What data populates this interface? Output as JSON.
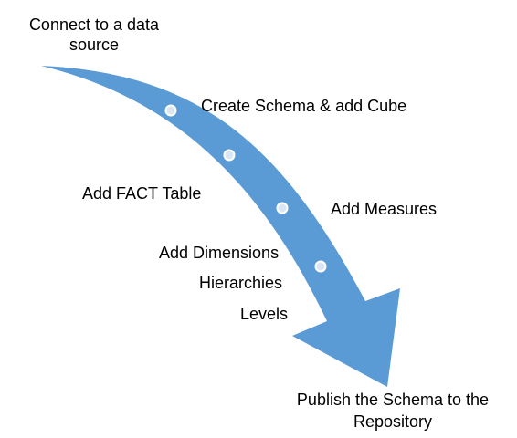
{
  "diagram": {
    "arrow_color": "#5b9bd5",
    "dot_fill": "#dbe6f4",
    "dot_stroke": "#ffffff",
    "steps": [
      {
        "lines": [
          "Connect to a data",
          "source"
        ]
      },
      {
        "lines": [
          "Create Schema & add Cube"
        ]
      },
      {
        "lines": [
          "Add FACT Table"
        ]
      },
      {
        "lines": [
          "Add Measures"
        ]
      },
      {
        "lines": [
          "Add Dimensions",
          "Hierarchies",
          "Levels"
        ]
      },
      {
        "lines": [
          "Publish the Schema to the",
          "Repository"
        ]
      }
    ]
  }
}
